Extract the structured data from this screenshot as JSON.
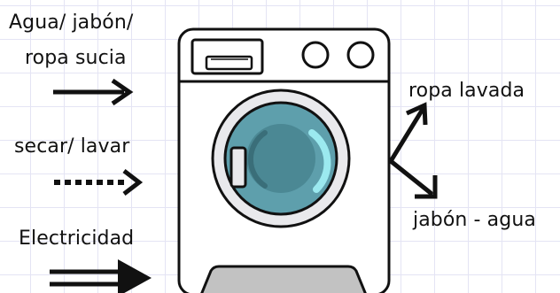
{
  "inputs": {
    "agua_line1": "Agua/ jabón/",
    "agua_line2": "ropa sucia",
    "secar": "secar/ lavar",
    "electricidad": "Electricidad"
  },
  "outputs": {
    "ropa": "ropa lavada",
    "jabon": "jabón - agua"
  },
  "colors": {
    "outline": "#111111",
    "body": "#ffffff",
    "door_ring": "#e9e9ec",
    "glass": "#5e9fac",
    "glass_inner": "#3d7581",
    "highlight": "#9be9ef",
    "base": "#c2c2c2",
    "grid": "#e4e4f4"
  }
}
